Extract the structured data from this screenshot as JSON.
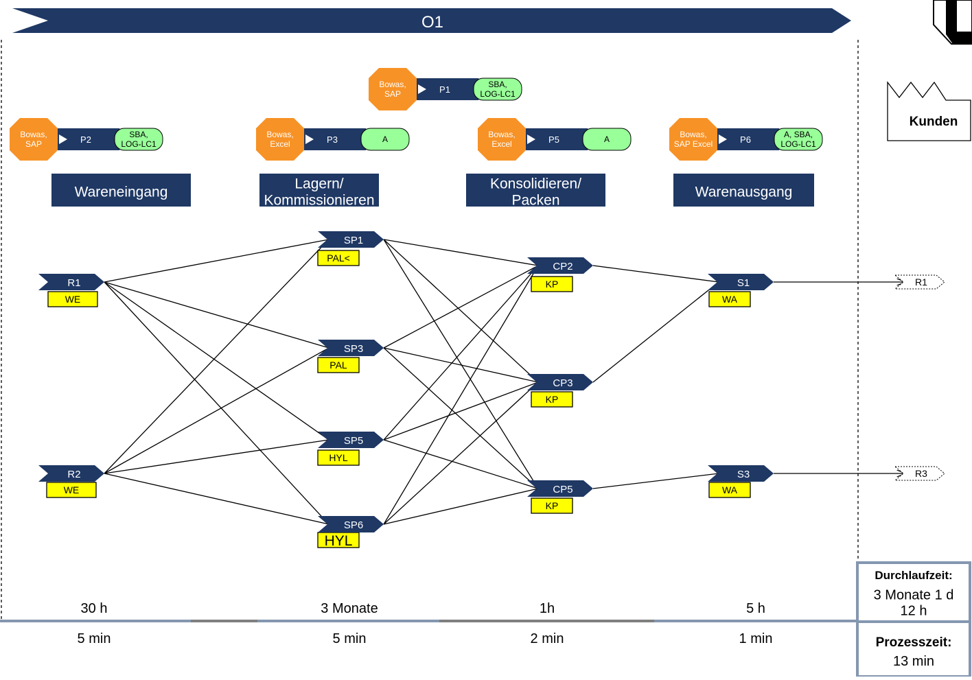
{
  "banner": {
    "label": "O1"
  },
  "customer": {
    "label": "Kunden"
  },
  "processes": [
    {
      "id": "P1",
      "systems": "Bowas,|SAP",
      "roles": "SBA,|LOG-LC1"
    },
    {
      "id": "P2",
      "systems": "Bowas,|SAP",
      "roles": "SBA,|LOG-LC1"
    },
    {
      "id": "P3",
      "systems": "Bowas,|Excel",
      "roles": "A"
    },
    {
      "id": "P5",
      "systems": "Bowas,|Excel",
      "roles": "A"
    },
    {
      "id": "P6",
      "systems": "Bowas,|SAP Excel",
      "roles": "A, SBA,|LOG-LC1"
    }
  ],
  "stages": [
    {
      "label": "Wareneingang"
    },
    {
      "label": "Lagern/|Kommissionieren"
    },
    {
      "label": "Konsolidieren/|Packen"
    },
    {
      "label": "Warenausgang"
    }
  ],
  "nodes": [
    {
      "id": "R1",
      "tag": "WE"
    },
    {
      "id": "R2",
      "tag": "WE"
    },
    {
      "id": "SP1",
      "tag": "PAL<"
    },
    {
      "id": "SP3",
      "tag": "PAL"
    },
    {
      "id": "SP5",
      "tag": "HYL"
    },
    {
      "id": "SP6",
      "tag": "HYL"
    },
    {
      "id": "CP2",
      "tag": "KP"
    },
    {
      "id": "CP3",
      "tag": "KP"
    },
    {
      "id": "CP5",
      "tag": "KP"
    },
    {
      "id": "S1",
      "tag": "WA"
    },
    {
      "id": "S3",
      "tag": "WA"
    }
  ],
  "outputs": [
    {
      "id": "R1"
    },
    {
      "id": "R3"
    }
  ],
  "edges": [
    [
      "R1",
      "SP1"
    ],
    [
      "R1",
      "SP3"
    ],
    [
      "R1",
      "SP5"
    ],
    [
      "R1",
      "SP6"
    ],
    [
      "R2",
      "SP1"
    ],
    [
      "R2",
      "SP3"
    ],
    [
      "R2",
      "SP5"
    ],
    [
      "R2",
      "SP6"
    ],
    [
      "SP1",
      "CP2"
    ],
    [
      "SP1",
      "CP3"
    ],
    [
      "SP1",
      "CP5"
    ],
    [
      "SP3",
      "CP2"
    ],
    [
      "SP3",
      "CP3"
    ],
    [
      "SP3",
      "CP5"
    ],
    [
      "SP5",
      "CP2"
    ],
    [
      "SP5",
      "CP3"
    ],
    [
      "SP5",
      "CP5"
    ],
    [
      "SP6",
      "CP2"
    ],
    [
      "SP6",
      "CP3"
    ],
    [
      "SP6",
      "CP5"
    ],
    [
      "CP2",
      "S1"
    ],
    [
      "CP3",
      "S1"
    ],
    [
      "CP5",
      "S3"
    ]
  ],
  "timeline": {
    "wait_times": [
      "30 h",
      "3 Monate",
      "1h",
      "5 h"
    ],
    "process_times": [
      "5 min",
      "5 min",
      "2 min",
      "1 min"
    ]
  },
  "summary": {
    "throughput_label": "Durchlaufzeit:",
    "throughput_value": "3 Monate 1 d|12 h",
    "process_label": "Prozesszeit:",
    "process_value": "13 min"
  },
  "colors": {
    "navy": "#1f3864",
    "orange": "#f79226",
    "green": "#99ff99",
    "yellow": "#ffff00",
    "timeline_blue": "#8497b0",
    "timeline_gray": "#7f7f7f"
  }
}
